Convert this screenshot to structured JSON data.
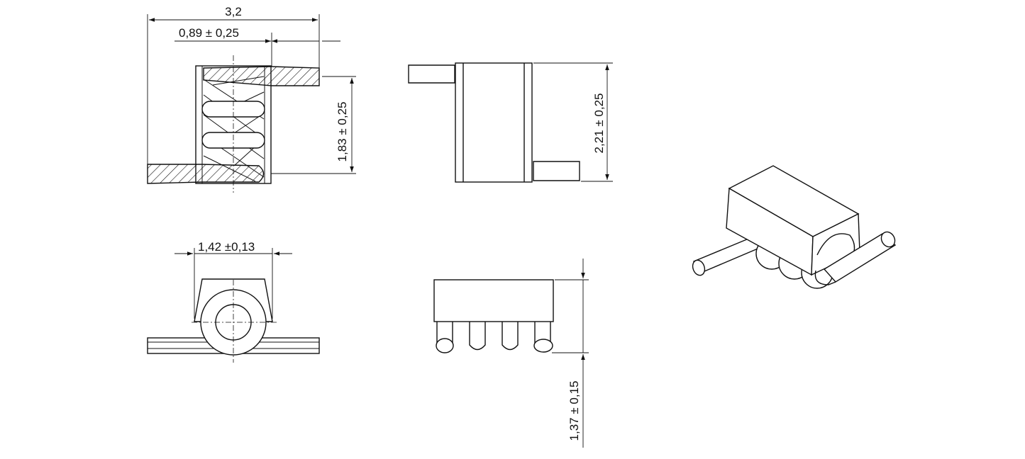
{
  "dimensions": {
    "overall_length": "3,2",
    "lead_offset": "0,89 ± 0,25",
    "coil_height": "1,83 ± 0,25",
    "body_height": "2,21 ± 0,25",
    "inner_diameter": "1,42 ±0,13",
    "side_height": "1,37 ± 0,15"
  },
  "colors": {
    "line": "#111111",
    "background": "#ffffff"
  }
}
